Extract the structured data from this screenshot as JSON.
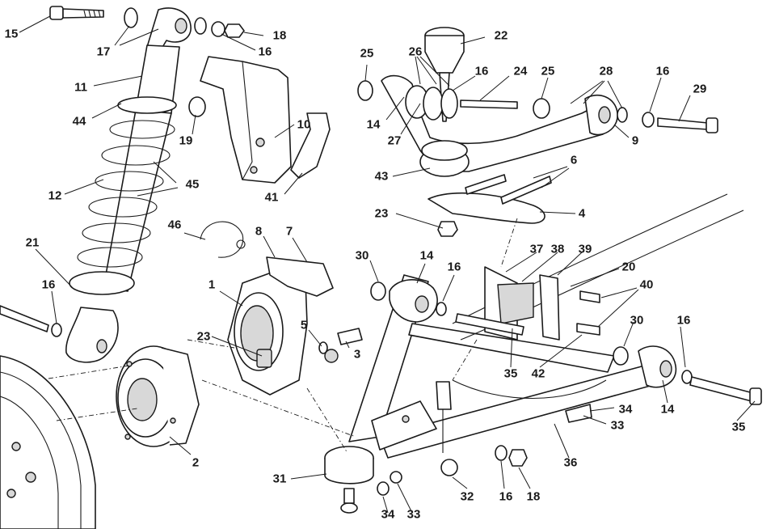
{
  "callouts": [
    "1",
    "2",
    "3",
    "4",
    "5",
    "6",
    "7",
    "8",
    "9",
    "10",
    "11",
    "12",
    "14",
    "15",
    "16",
    "17",
    "18",
    "19",
    "20",
    "21",
    "22",
    "23",
    "24",
    "25",
    "26",
    "27",
    "28",
    "29",
    "30",
    "31",
    "32",
    "33",
    "34",
    "35",
    "36",
    "37",
    "38",
    "39",
    "40",
    "41",
    "42",
    "43",
    "44",
    "45",
    "46"
  ]
}
